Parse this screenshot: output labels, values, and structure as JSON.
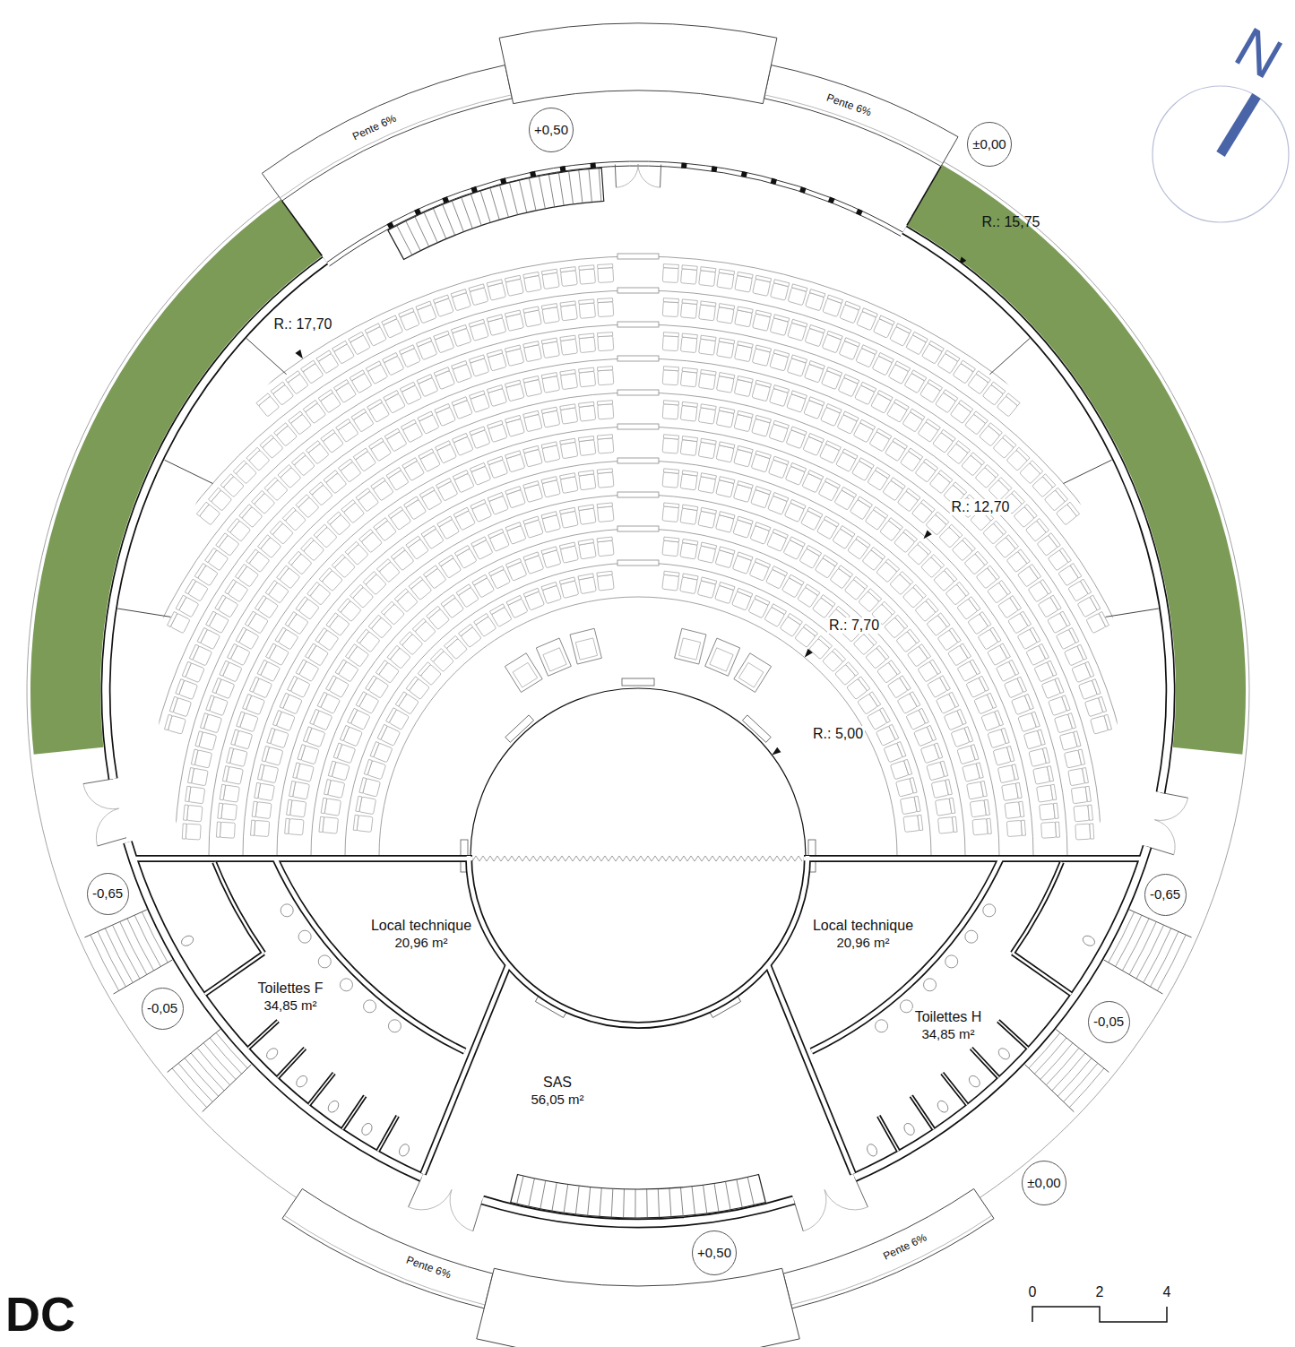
{
  "diagram": {
    "nodes": [
      {
        "text": [
          "+0,50"
        ]
      },
      {
        "text": [
          "±0,00"
        ]
      },
      {
        "text": [
          "-0,65"
        ]
      },
      {
        "text": [
          "-0,65"
        ]
      },
      {
        "text": [
          "Local technique",
          "20,96 m²"
        ]
      },
      {
        "text": [
          "Local technique",
          "20,96 m²"
        ]
      },
      {
        "text": [
          "Toilettes F",
          "34,85 m²"
        ]
      },
      {
        "text": [
          "-0,05"
        ]
      },
      {
        "text": [
          "Toilettes H",
          "34,85 m²"
        ]
      },
      {
        "text": [
          "-0,05"
        ]
      },
      {
        "text": [
          "SAS",
          "56,05 m²"
        ]
      },
      {
        "text": [
          "±0,00"
        ]
      },
      {
        "text": [
          "+0,50"
        ]
      }
    ],
    "labels": [
      "N",
      "Pente 6%",
      "Pente 6%",
      "R.: 15,75",
      "R.: 17,70",
      "R.: 12,70",
      "R.: 7,70",
      "R.: 5,00",
      "Pente 6%",
      "Pente 6%",
      "0",
      "2",
      "4",
      "DC"
    ]
  }
}
